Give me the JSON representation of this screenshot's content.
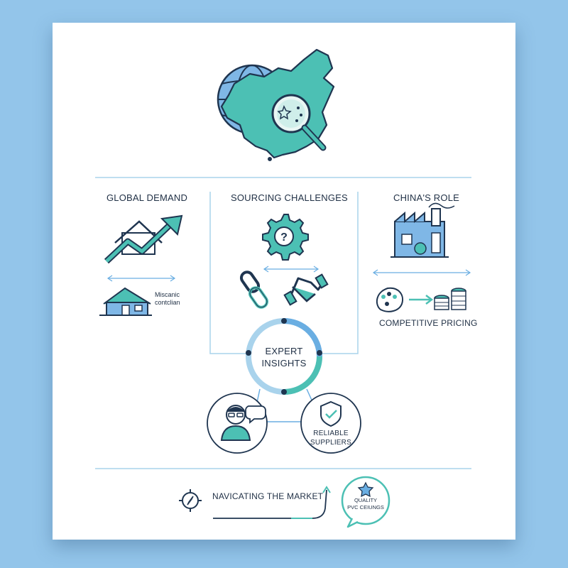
{
  "sections": {
    "global_demand": {
      "title": "GLOBAL DEMAND",
      "caption": "Miscanic\ncontclian"
    },
    "sourcing_challenges": {
      "title": "SOURCING CHALLENGES"
    },
    "chinas_role": {
      "title": "CHINA'S ROLE",
      "caption": "COMPETITIVE PRICING"
    }
  },
  "hub": {
    "label": "EXPERT\nINSIGHTS"
  },
  "reliable": {
    "label": "RELIABLE\nSUPPLIERS"
  },
  "footer": {
    "title": "NAVICATING THE MARKET",
    "badge": "QUALITY\nPVC CEIUNGS"
  },
  "colors": {
    "teal": "#4cc0b4",
    "navy": "#1f3550",
    "blue": "#6aaee2",
    "background": "#93c5ea",
    "card": "#ffffff"
  },
  "icons": [
    "globe-icon",
    "china-map-icon",
    "magnifier-icon",
    "rising-house-chart-icon",
    "house-icon",
    "question-gear-icon",
    "chain-link-icon",
    "handshake-icon",
    "factory-icon",
    "palette-icon",
    "coins-icon",
    "person-avatar-icon",
    "speech-bubble-icon",
    "shield-check-icon",
    "compass-icon",
    "star-icon"
  ]
}
